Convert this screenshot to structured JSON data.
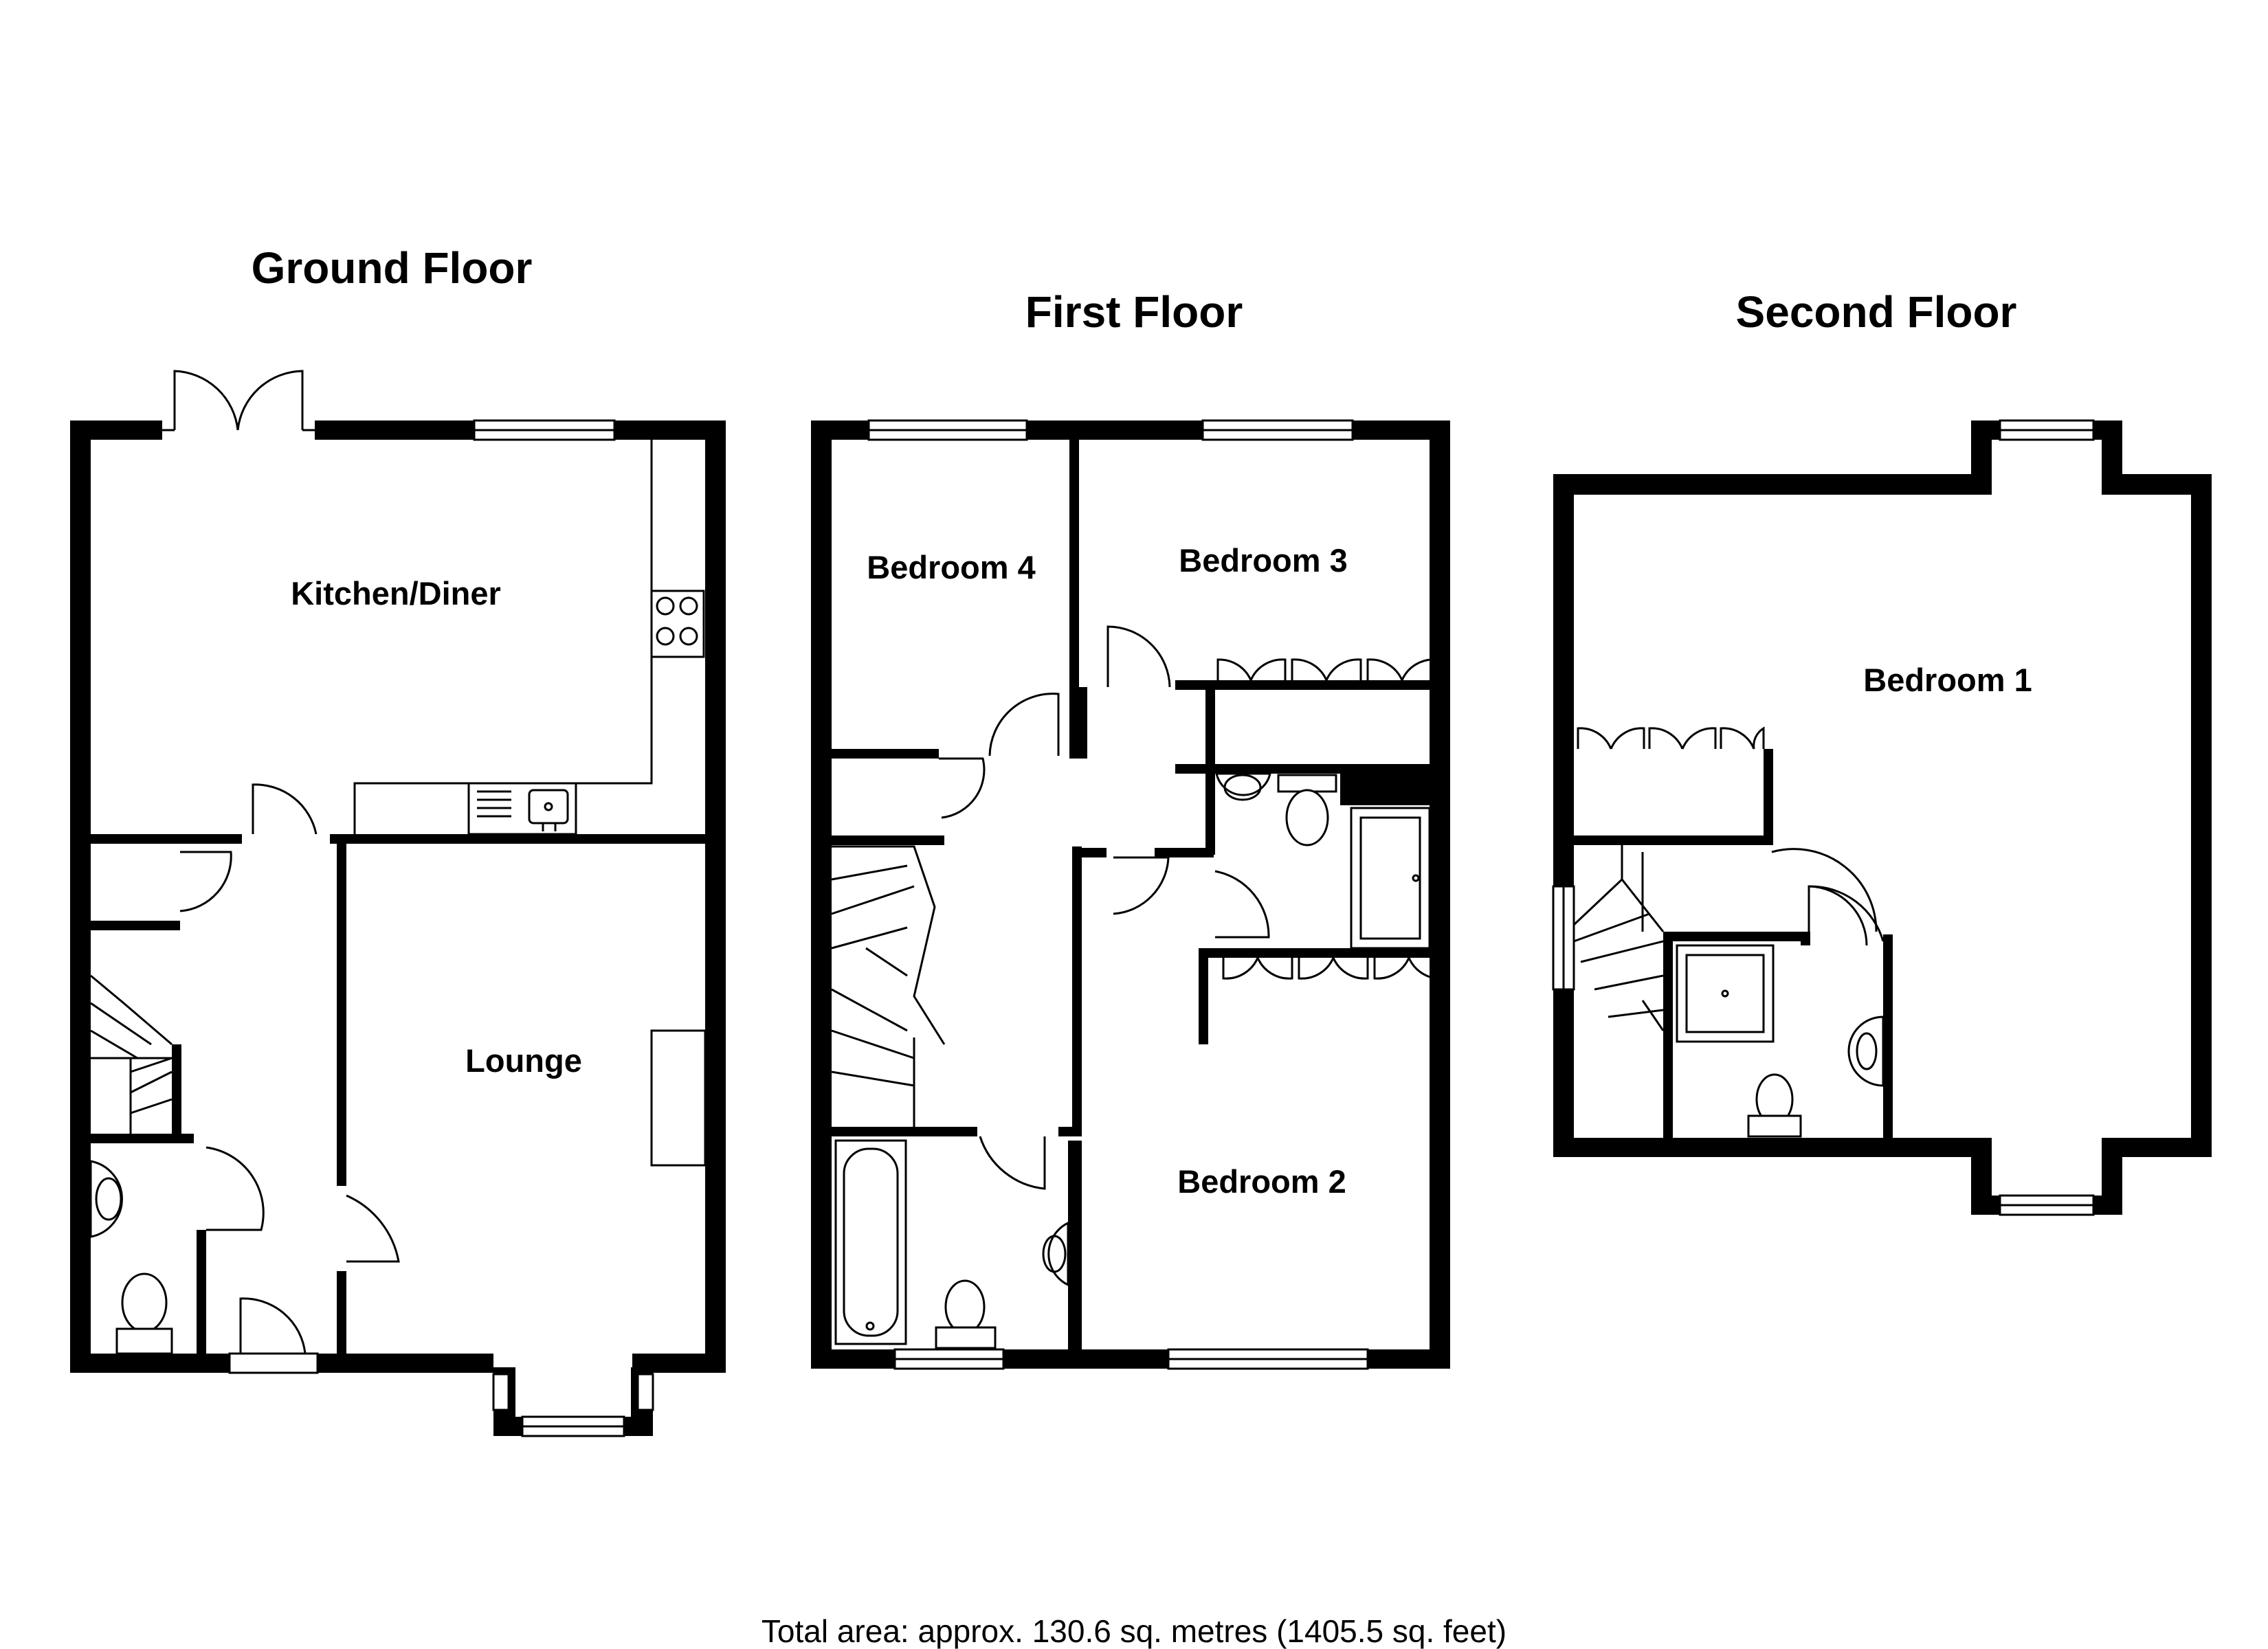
{
  "floors": [
    {
      "title": "Ground Floor",
      "rooms": [
        {
          "label": "Kitchen/Diner"
        },
        {
          "label": "Lounge"
        }
      ]
    },
    {
      "title": "First Floor",
      "rooms": [
        {
          "label": "Bedroom 4"
        },
        {
          "label": "Bedroom 3"
        },
        {
          "label": "Bedroom 2"
        }
      ]
    },
    {
      "title": "Second Floor",
      "rooms": [
        {
          "label": "Bedroom 1"
        }
      ]
    }
  ],
  "footer": {
    "total_area": "Total area: approx. 130.6 sq. metres (1405.5 sq. feet)"
  }
}
